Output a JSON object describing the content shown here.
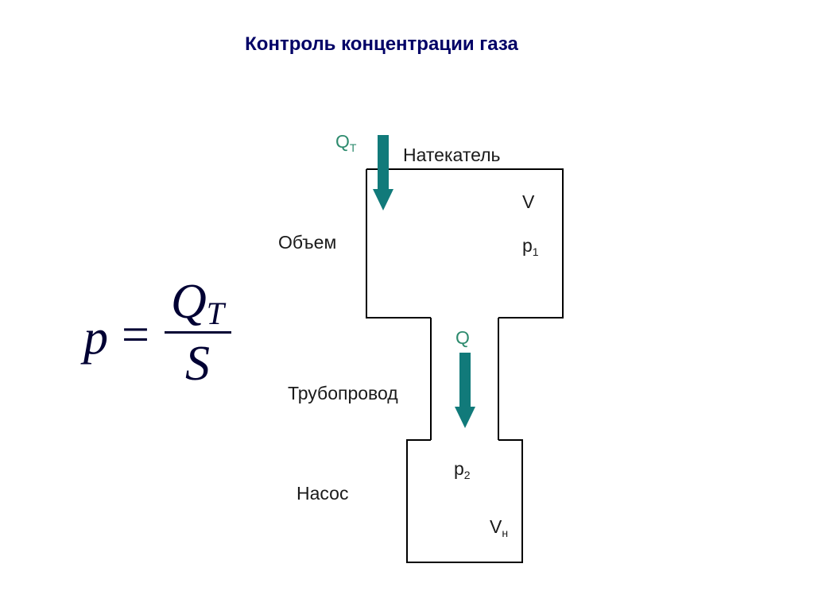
{
  "title": "Контроль концентрации газа",
  "labels": {
    "leak_valve": "Натекатель",
    "volume": "Объем",
    "pipeline": "Трубопровод",
    "pump": "Насос",
    "V": "V",
    "p1_main": "p",
    "p1_sub": "1",
    "p2_main": "p",
    "p2_sub": "2",
    "Vn_main": "V",
    "Vn_sub": "н"
  },
  "flows": {
    "qt_main": "Q",
    "qt_sub": "T",
    "q": "Q"
  },
  "formula": {
    "lhs": "p",
    "eq": "=",
    "num_main": "Q",
    "num_sub": "T",
    "den": "S"
  },
  "colors": {
    "title": "#000066",
    "arrow": "#117a7a",
    "flow_text": "#2e8b6e",
    "lines": "#000000"
  }
}
